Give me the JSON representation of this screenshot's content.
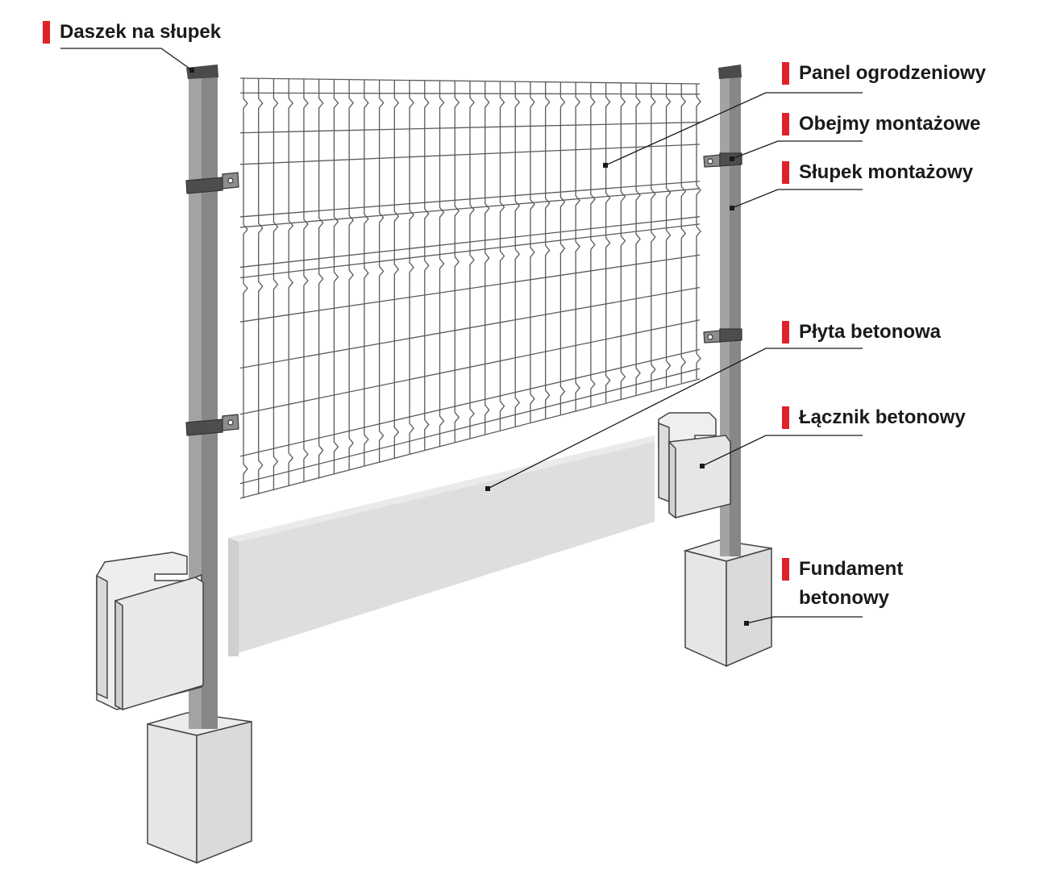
{
  "accent_color": "#e0202a",
  "labels": {
    "post_cap": "Daszek na słupek",
    "fence_panel": "Panel ogrodzeniowy",
    "mounting_clamps": "Obejmy montażowe",
    "mounting_post": "Słupek montażowy",
    "concrete_slab": "Płyta betonowa",
    "concrete_connector": "Łącznik betonowy",
    "concrete_foundation_line1": "Fundament",
    "concrete_foundation_line2": "betonowy"
  }
}
